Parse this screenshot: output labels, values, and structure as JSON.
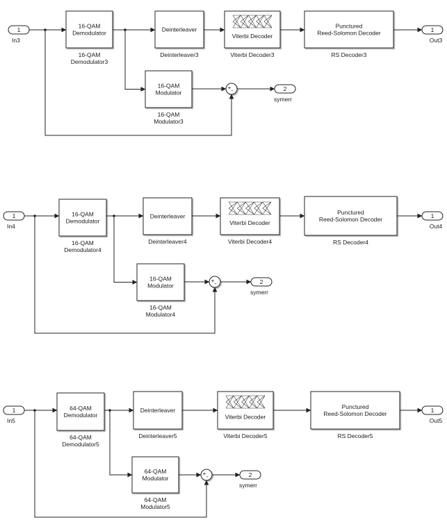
{
  "rows": [
    {
      "inport": {
        "num": "1",
        "name": "In3"
      },
      "demod": {
        "text": [
          "16-QAM",
          "Demodulator"
        ],
        "name": [
          "16-QAM",
          "Demodulator3"
        ]
      },
      "deint": {
        "text": [
          "Deinterleaver"
        ],
        "name": [
          "Deinterleaver3"
        ]
      },
      "viterbi": {
        "text": [
          "Viterbi Decoder"
        ],
        "name": [
          "Viterbi Decoder3"
        ]
      },
      "rs": {
        "text": [
          "Punctured",
          "Reed-Solomon Decoder"
        ],
        "name": [
          "RS Decoder3"
        ]
      },
      "outport": {
        "num": "1",
        "name": "Out3"
      },
      "mod": {
        "text": [
          "16-QAM",
          "Modulator"
        ],
        "name": [
          "16-QAM",
          "Modulator3"
        ]
      },
      "sum": {
        "signs": "+-"
      },
      "err": {
        "num": "2",
        "name": "symerr"
      }
    },
    {
      "inport": {
        "num": "1",
        "name": "In4"
      },
      "demod": {
        "text": [
          "16-QAM",
          "Demodulator"
        ],
        "name": [
          "16-QAM",
          "Demodulator4"
        ]
      },
      "deint": {
        "text": [
          "Deinterleaver"
        ],
        "name": [
          "Deinterleaver4"
        ]
      },
      "viterbi": {
        "text": [
          "Viterbi Decoder"
        ],
        "name": [
          "Viterbi Decoder4"
        ]
      },
      "rs": {
        "text": [
          "Punctured",
          "Reed-Solomon Decoder"
        ],
        "name": [
          "RS Decoder4"
        ]
      },
      "outport": {
        "num": "1",
        "name": "Out4"
      },
      "mod": {
        "text": [
          "16-QAM",
          "Modulator"
        ],
        "name": [
          "16-QAM",
          "Modulator4"
        ]
      },
      "sum": {
        "signs": "+-"
      },
      "err": {
        "num": "2",
        "name": "symerr"
      }
    },
    {
      "inport": {
        "num": "1",
        "name": "In5"
      },
      "demod": {
        "text": [
          "64-QAM",
          "Demodulator"
        ],
        "name": [
          "64-QAM",
          "Demodulator5"
        ]
      },
      "deint": {
        "text": [
          "Deinterleaver"
        ],
        "name": [
          "Deinterleaver5"
        ]
      },
      "viterbi": {
        "text": [
          "Viterbi Decoder"
        ],
        "name": [
          "Viterbi Decoder5"
        ]
      },
      "rs": {
        "text": [
          "Punctured",
          "Reed-Solomon Decoder"
        ],
        "name": [
          "RS Decoder5"
        ]
      },
      "outport": {
        "num": "1",
        "name": "Out5"
      },
      "mod": {
        "text": [
          "64-QAM",
          "Modulator"
        ],
        "name": [
          "64-QAM",
          "Modulator5"
        ]
      },
      "sum": {
        "signs": "+-"
      },
      "err": {
        "num": "2",
        "name": "symerr"
      }
    }
  ]
}
